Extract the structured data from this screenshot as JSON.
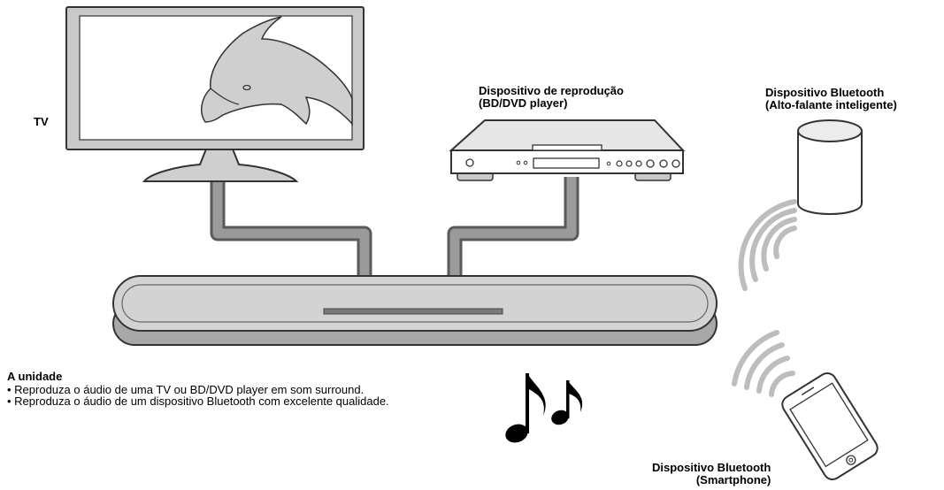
{
  "labels": {
    "tv": "TV",
    "player_line1": "Dispositivo de reprodução",
    "player_line2": "(BD/DVD player)",
    "speaker_line1": "Dispositivo Bluetooth",
    "speaker_line2": "(Alto-falante inteligente)",
    "phone_line1": "Dispositivo Bluetooth",
    "phone_line2": "(Smartphone)"
  },
  "description": {
    "title": "A unidade",
    "bullets": [
      "• Reproduza o áudio de uma TV ou BD/DVD player em som surround.",
      "• Reproduza o áudio de um dispositivo Bluetooth com excelente qualidade."
    ]
  },
  "icons": [
    "tv-icon",
    "bd-dvd-player-icon",
    "smart-speaker-icon",
    "smartphone-icon",
    "sound-bar-icon",
    "music-notes-icon",
    "bluetooth-wave-icon"
  ]
}
